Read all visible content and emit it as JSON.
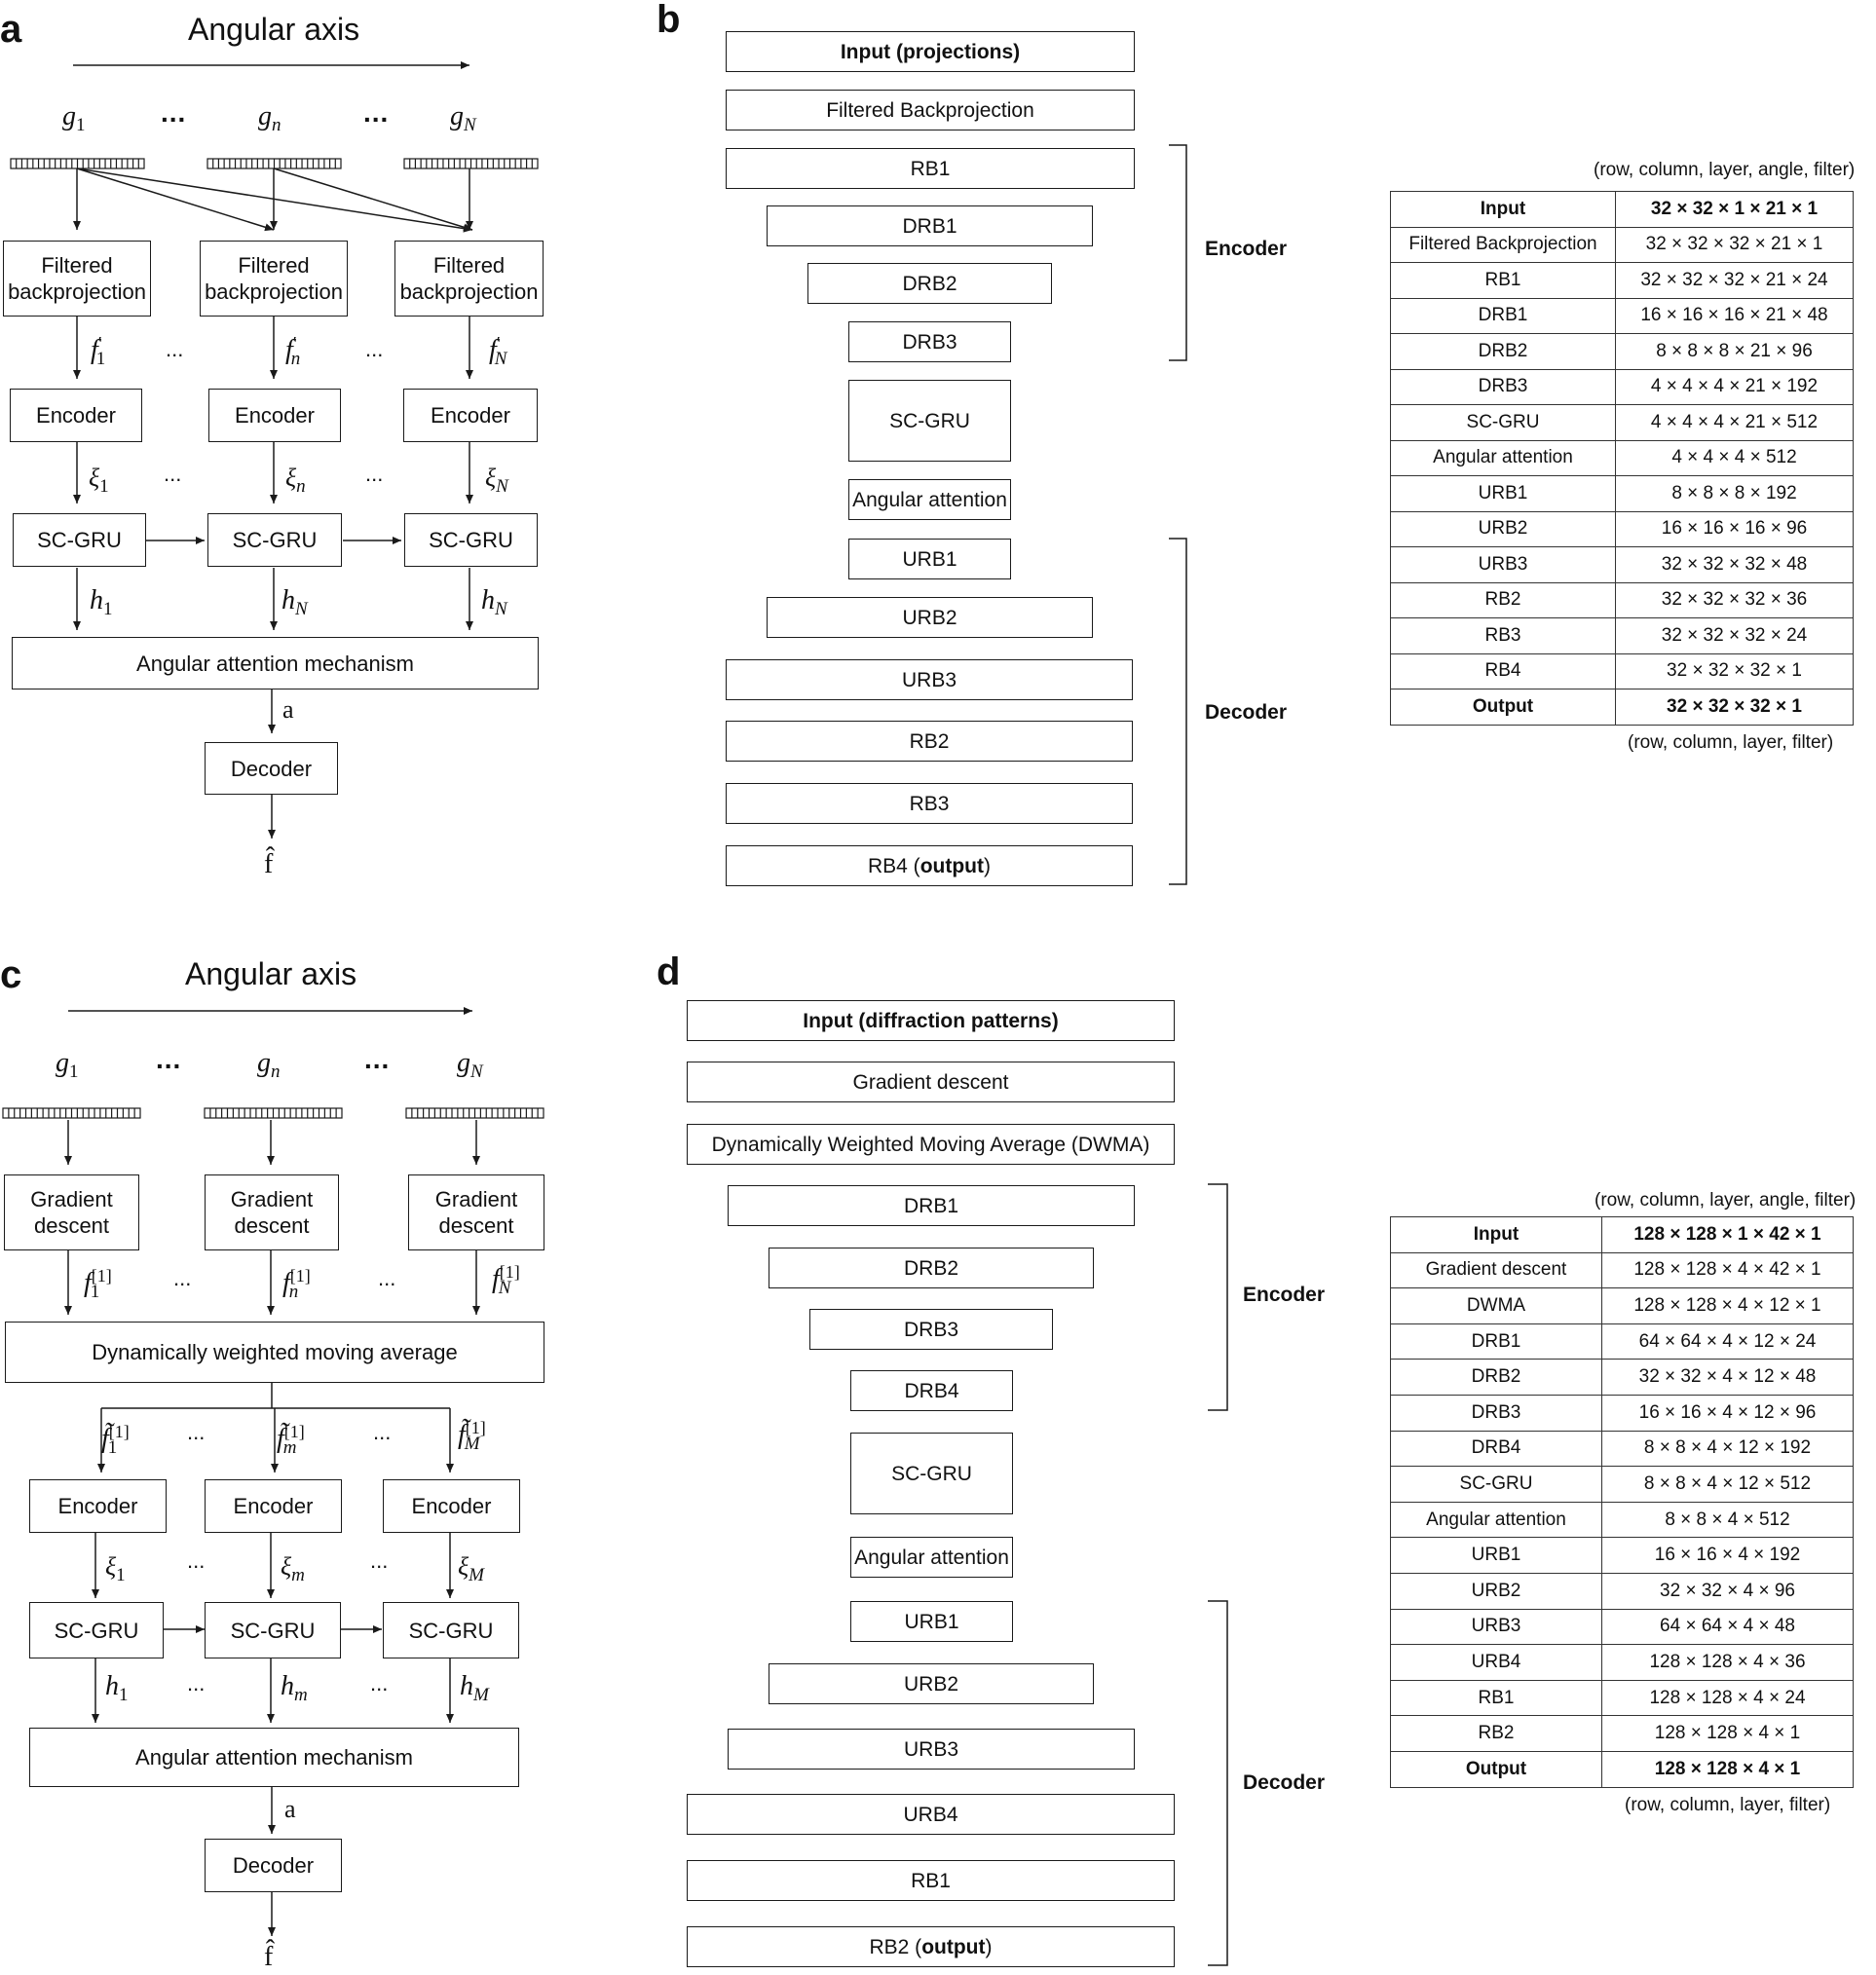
{
  "panel_a": {
    "label": "a",
    "axis_title": "Angular axis",
    "g_labels": [
      [
        "g",
        "1"
      ],
      [
        "g",
        "n"
      ],
      [
        "g",
        "N"
      ]
    ],
    "fbp": "Filtered backprojection",
    "f_labels": [
      [
        "f",
        "1"
      ],
      [
        "f",
        "n"
      ],
      [
        "f",
        "N"
      ]
    ],
    "prime": "′",
    "encoder": "Encoder",
    "xi_labels": [
      [
        "ξ",
        "1"
      ],
      [
        "ξ",
        "n"
      ],
      [
        "ξ",
        "N"
      ]
    ],
    "scgru": "SC-GRU",
    "h_labels": [
      [
        "h",
        "1"
      ],
      [
        "h",
        "N"
      ],
      [
        "h",
        "N"
      ]
    ],
    "attention": "Angular attention mechanism",
    "a": "a",
    "decoder": "Decoder",
    "fhat": "f̂",
    "ellipsis": "..."
  },
  "panel_b": {
    "label": "b",
    "blocks": [
      "Input (projections)",
      "Filtered Backprojection",
      "RB1",
      "DRB1",
      "DRB2",
      "DRB3",
      "SC-GRU",
      "Angular attention",
      "URB1",
      "URB2",
      "URB3",
      "RB2",
      "RB3"
    ],
    "last_block": {
      "prefix": "RB4 (",
      "bold": "output",
      "suffix": ")"
    },
    "encoder_label": "Encoder",
    "decoder_label": "Decoder",
    "table_caption_top": "(row, column, layer, angle, filter)",
    "table_caption_bottom": "(row, column, layer, filter)",
    "table": [
      [
        "Input",
        "32 × 32 × 1 × 21 × 1"
      ],
      [
        "Filtered Backprojection",
        "32 × 32 × 32 × 21 × 1"
      ],
      [
        "RB1",
        "32 × 32 × 32 × 21 × 24"
      ],
      [
        "DRB1",
        "16 × 16 × 16 × 21 × 48"
      ],
      [
        "DRB2",
        "8 × 8 × 8 × 21 × 96"
      ],
      [
        "DRB3",
        "4 × 4 × 4 × 21 × 192"
      ],
      [
        "SC-GRU",
        "4 × 4 × 4 × 21 × 512"
      ],
      [
        "Angular attention",
        "4 × 4 × 4 × 512"
      ],
      [
        "URB1",
        "8 × 8 × 8 × 192"
      ],
      [
        "URB2",
        "16 × 16 × 16 × 96"
      ],
      [
        "URB3",
        "32 × 32 × 32 × 48"
      ],
      [
        "RB2",
        "32 × 32 × 32 × 36"
      ],
      [
        "RB3",
        "32 × 32 × 32 × 24"
      ],
      [
        "RB4",
        "32 × 32 × 32 × 1"
      ],
      [
        "Output",
        "32 × 32 × 32 × 1"
      ]
    ]
  },
  "panel_c": {
    "label": "c",
    "axis_title": "Angular axis",
    "g_labels": [
      [
        "g",
        "1"
      ],
      [
        "g",
        "n"
      ],
      [
        "g",
        "N"
      ]
    ],
    "gd": "Gradient descent",
    "f_labels": [
      [
        "f",
        "1"
      ],
      [
        "f",
        "n"
      ],
      [
        "f",
        "N"
      ]
    ],
    "sup": "[1]",
    "dwma": "Dynamically weighted moving average",
    "ft_labels": [
      [
        "f̃",
        "1"
      ],
      [
        "f̃",
        "m"
      ],
      [
        "f̃",
        "M"
      ]
    ],
    "encoder": "Encoder",
    "xi_labels": [
      [
        "ξ",
        "1"
      ],
      [
        "ξ",
        "m"
      ],
      [
        "ξ",
        "M"
      ]
    ],
    "scgru": "SC-GRU",
    "h_labels": [
      [
        "h",
        "1"
      ],
      [
        "h",
        "m"
      ],
      [
        "h",
        "M"
      ]
    ],
    "attention": "Angular attention mechanism",
    "a": "a",
    "decoder": "Decoder",
    "fhat": "f̂",
    "ellipsis": "..."
  },
  "panel_d": {
    "label": "d",
    "blocks": [
      "Input (diffraction patterns)",
      "Gradient descent",
      "Dynamically Weighted Moving Average (DWMA)",
      "DRB1",
      "DRB2",
      "DRB3",
      "DRB4",
      "SC-GRU",
      "Angular attention",
      "URB1",
      "URB2",
      "URB3",
      "URB4",
      "RB1"
    ],
    "last_block": {
      "prefix": "RB2 (",
      "bold": "output",
      "suffix": ")"
    },
    "encoder_label": "Encoder",
    "decoder_label": "Decoder",
    "table_caption_top": "(row, column, layer, angle, filter)",
    "table_caption_bottom": "(row, column, layer, filter)",
    "table": [
      [
        "Input",
        "128 × 128 × 1 × 42 × 1"
      ],
      [
        "Gradient descent",
        "128 × 128 × 4 × 42 × 1"
      ],
      [
        "DWMA",
        "128 × 128 × 4 × 12 × 1"
      ],
      [
        "DRB1",
        "64 × 64 × 4 × 12 × 24"
      ],
      [
        "DRB2",
        "32 × 32 × 4 × 12 × 48"
      ],
      [
        "DRB3",
        "16 × 16 × 4 × 12 × 96"
      ],
      [
        "DRB4",
        "8 × 8 × 4 × 12 × 192"
      ],
      [
        "SC-GRU",
        "8 × 8 × 4 × 12 × 512"
      ],
      [
        "Angular attention",
        "8 × 8 × 4 × 512"
      ],
      [
        "URB1",
        "16 × 16 × 4 × 192"
      ],
      [
        "URB2",
        "32 × 32 × 4 × 96"
      ],
      [
        "URB3",
        "64 × 64 × 4 × 48"
      ],
      [
        "URB4",
        "128 × 128 × 4 × 36"
      ],
      [
        "RB1",
        "128 × 128 × 4 × 24"
      ],
      [
        "RB2",
        "128 × 128 × 4 × 1"
      ],
      [
        "Output",
        "128 × 128 × 4 × 1"
      ]
    ]
  }
}
